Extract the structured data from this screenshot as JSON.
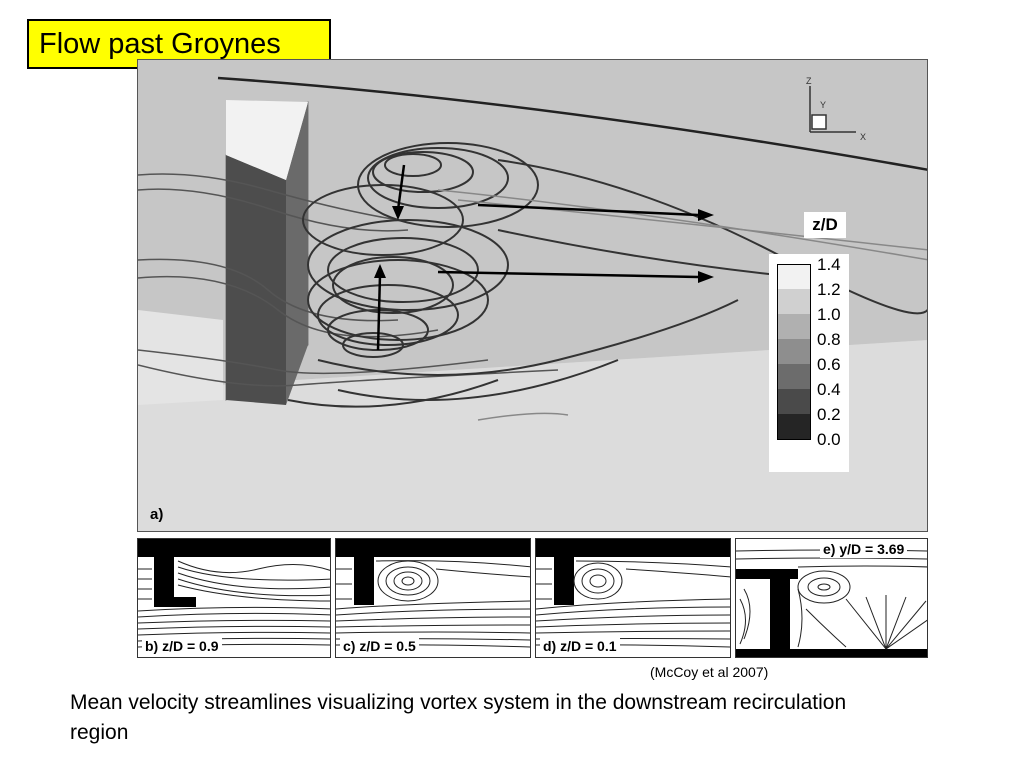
{
  "slide": {
    "title": "Flow past Groynes",
    "caption": "Mean velocity streamlines visualizing vortex system in the downstream recirculation region",
    "citation": "(McCoy et al 2007)"
  },
  "main_figure": {
    "panel_label": "a)",
    "axes_triad": {
      "z": "Z",
      "y": "Y",
      "x": "X"
    },
    "legend": {
      "title": "z/D",
      "ticks": [
        "1.4",
        "1.2",
        "1.0",
        "0.8",
        "0.6",
        "0.4",
        "0.2",
        "0.0"
      ]
    }
  },
  "sub_panels": [
    {
      "label": "b) z/D = 0.9"
    },
    {
      "label": "c) z/D = 0.5"
    },
    {
      "label": "d) z/D = 0.1"
    },
    {
      "label": "e) y/D = 3.69"
    }
  ]
}
